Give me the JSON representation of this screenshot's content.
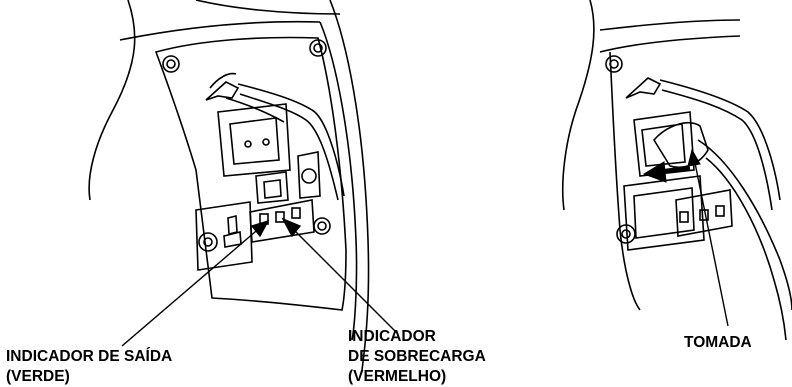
{
  "figure": {
    "left_panel": {
      "callouts": [
        {
          "name": "output-indicator",
          "lines": [
            "INDICADOR DE SAÍDA",
            "(VERDE)"
          ]
        },
        {
          "name": "overload-indicator",
          "lines": [
            "INDICADOR",
            "DE SOBRECARGA",
            "(VERMELHO)"
          ]
        }
      ]
    },
    "right_panel": {
      "callouts": [
        {
          "name": "power-plug",
          "lines": [
            "TOMADA"
          ]
        }
      ]
    }
  }
}
